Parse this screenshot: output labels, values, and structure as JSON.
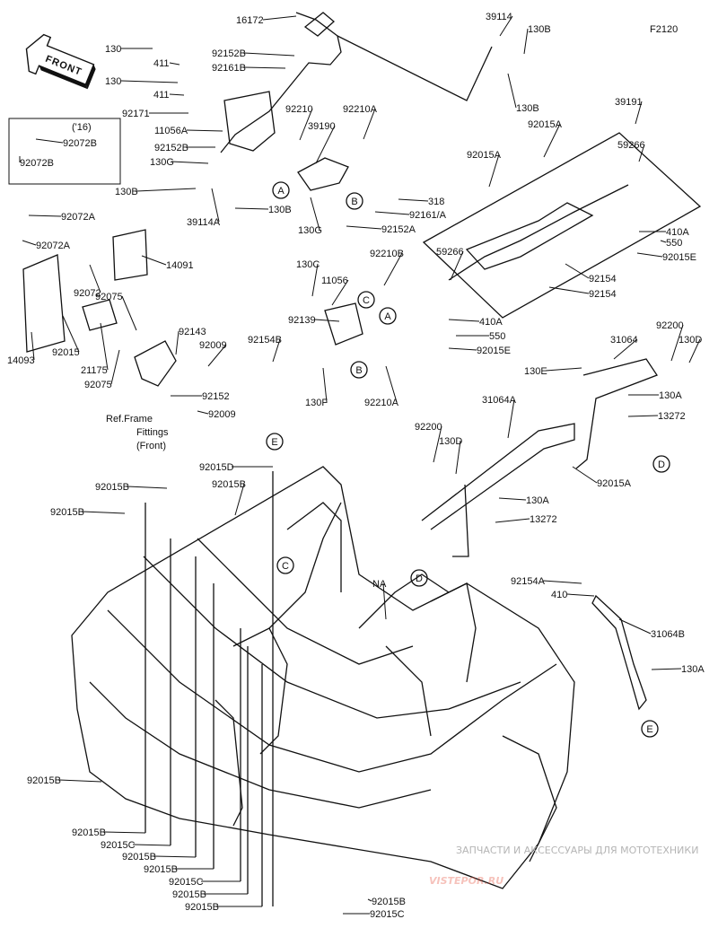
{
  "diagram_code": "F2120",
  "front_label": "FRONT",
  "note_year": "('16)",
  "ref_frame": [
    "Ref.Frame",
    "Fittings",
    "(Front)"
  ],
  "watermark": {
    "small": "ЗАПЧАСТИ И АКСЕССУАРЫ ДЛЯ МОТОТЕХНИКИ",
    "big": "VISTEPOR.RU"
  },
  "callouts": [
    "A",
    "B",
    "C",
    "D",
    "E"
  ],
  "parts": [
    "16172",
    "92152B",
    "92161B",
    "130",
    "411",
    "130",
    "411",
    "92171",
    "11056A",
    "92152B",
    "130G",
    "130B",
    "39114A",
    "130B",
    "92210",
    "39190",
    "92210A",
    "318",
    "92161/A",
    "92152A",
    "130G",
    "39114",
    "130B",
    "130B",
    "92015A",
    "39191",
    "92015A",
    "59266",
    "410A",
    "550",
    "92015E",
    "59266",
    "92154",
    "92154",
    "410A",
    "550",
    "92015E",
    "92072B",
    "92072B",
    "92072A",
    "92072A",
    "14091",
    "92072",
    "92075",
    "14093",
    "92015",
    "21175",
    "92143",
    "92009",
    "92075",
    "92152",
    "92009",
    "130C",
    "11056",
    "92210B",
    "92139",
    "92154B",
    "130F",
    "92210A",
    "92200",
    "31064",
    "130D",
    "130E",
    "130A",
    "13272",
    "31064A",
    "92200",
    "130D",
    "92015A",
    "130A",
    "13272",
    "92015D",
    "92015B",
    "92015B",
    "92015B",
    "NA",
    "92154A",
    "410",
    "31064B",
    "130A",
    "92015B",
    "92015B",
    "92015C",
    "92015B",
    "92015B",
    "92015C",
    "92015B",
    "92015B",
    "92015B",
    "92015C"
  ]
}
